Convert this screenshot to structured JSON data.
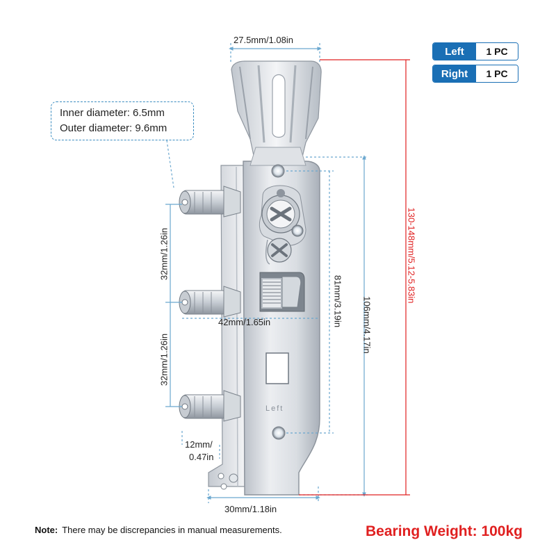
{
  "legend": {
    "left_label": "Left",
    "left_qty": "1 PC",
    "right_label": "Right",
    "right_qty": "1 PC",
    "accent": "#1a6fb5"
  },
  "diameter": {
    "inner": "Inner diameter: 6.5mm",
    "outer": "Outer diameter: 9.6mm"
  },
  "dimensions": {
    "top_width": "27.5mm/1.08in",
    "pitch_upper": "32mm/1.26in",
    "pitch_lower": "32mm/1.26in",
    "mid_width": "42mm/1.65in",
    "hole_span": "81mm/3.19in",
    "plate_height": "106mm/4.17in",
    "total_height": "130-148mm/5.12-5.83in",
    "pin_offset_1": "12mm/",
    "pin_offset_2": "0.47in",
    "bottom_width": "30mm/1.18in"
  },
  "plate_engraving": "Left",
  "note": {
    "label": "Note:",
    "text": "There may be discrepancies in manual measurements."
  },
  "bearing": "Bearing Weight: 100kg",
  "colors": {
    "dim_line": "#6aa7cf",
    "total_dim": "#e02020",
    "metal_light": "#eef0f3",
    "metal_mid": "#c9ced5",
    "metal_dark": "#8d949d"
  }
}
